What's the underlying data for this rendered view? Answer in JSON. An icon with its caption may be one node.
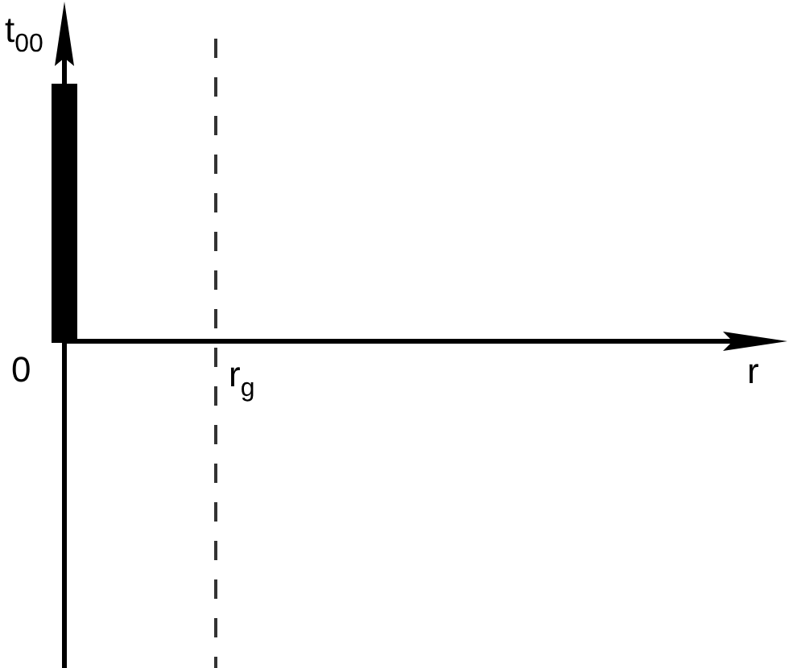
{
  "diagram": {
    "nodes": [
      {
        "text": [],
        "shape": "bar"
      }
    ],
    "labels": [
      "t$_{00}$",
      "0",
      "r$_{g}$",
      "r"
    ]
  }
}
